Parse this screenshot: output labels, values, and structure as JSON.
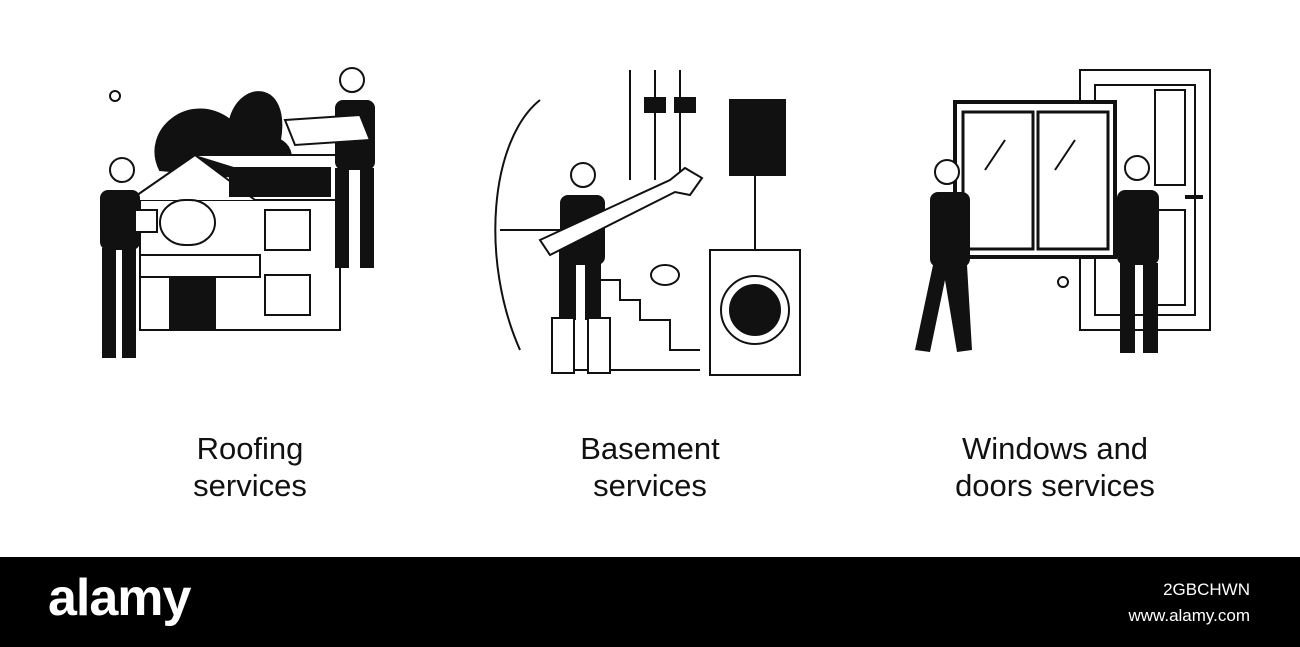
{
  "panels": [
    {
      "caption_line1": "Roofing",
      "caption_line2": "services",
      "illustration_icon": "roofing-illustration-icon"
    },
    {
      "caption_line1": "Basement",
      "caption_line2": "services",
      "illustration_icon": "basement-illustration-icon"
    },
    {
      "caption_line1": "Windows and",
      "caption_line2": "doors services",
      "illustration_icon": "windows-doors-illustration-icon"
    }
  ],
  "footer": {
    "logo": "alamy",
    "image_id": "2GBCHWN",
    "site": "www.alamy.com"
  },
  "colors": {
    "background": "#ffffff",
    "ink": "#111111",
    "footer": "#000000"
  }
}
